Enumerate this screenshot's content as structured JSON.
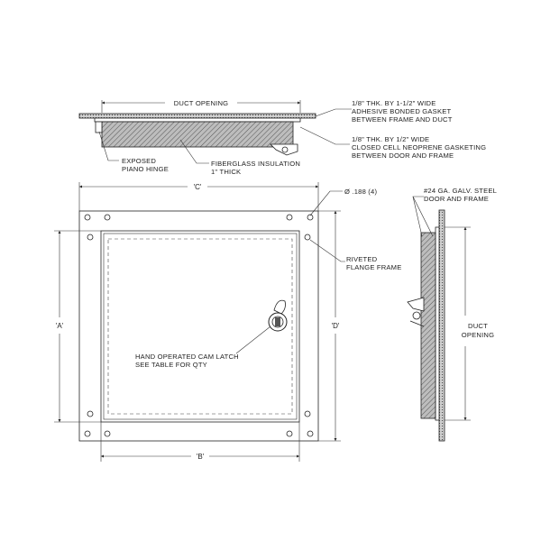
{
  "labels": {
    "duct_opening_top": "DUCT OPENING",
    "gasket_adhesive_line1": "1/8\" THK. BY 1-1/2\" WIDE",
    "gasket_adhesive_line2": "ADHESIVE BONDED GASKET",
    "gasket_adhesive_line3": "BETWEEN FRAME AND DUCT",
    "gasket_neoprene_line1": "1/8\" THK. BY 1/2\" WIDE",
    "gasket_neoprene_line2": "CLOSED CELL NEOPRENE GASKETING",
    "gasket_neoprene_line3": "BETWEEN DOOR AND FRAME",
    "hinge_line1": "EXPOSED",
    "hinge_line2": "PIANO HINGE",
    "insulation_line1": "FIBERGLASS INSULATION",
    "insulation_line2": "1\" THICK",
    "dim_c": "'C'",
    "dim_a": "'A'",
    "dim_b": "'B'",
    "dim_d": "'D'",
    "hole_note": "Ø  .188 (4)",
    "riveted_line1": "RIVETED",
    "riveted_line2": "FLANGE FRAME",
    "latch_line1": "HAND OPERATED CAM LATCH",
    "latch_line2": "SEE TABLE FOR QTY",
    "steel_line1": "#24 GA. GALV. STEEL",
    "steel_line2": "DOOR AND FRAME",
    "duct_opening_side_line1": "DUCT",
    "duct_opening_side_line2": "OPENING"
  },
  "colors": {
    "line": "#222222",
    "background": "#ffffff",
    "hatch": "#555555"
  }
}
